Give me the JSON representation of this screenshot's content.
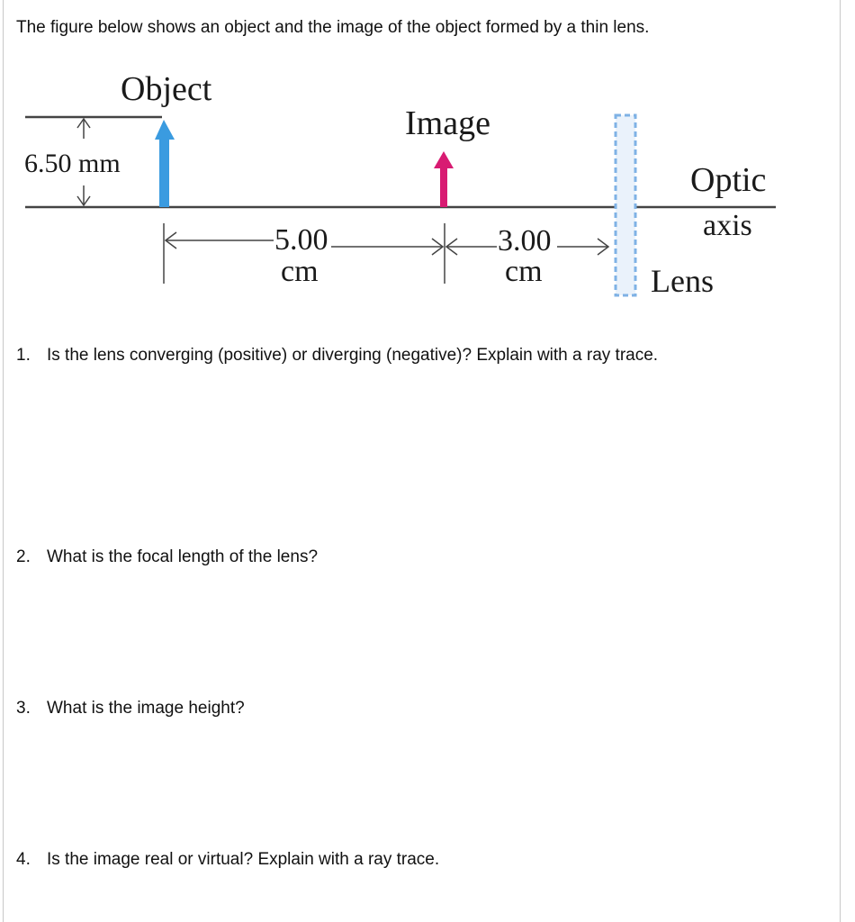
{
  "intro": "The  figure below shows an object and the image of the object formed by a thin lens.",
  "figure": {
    "object_label": "Object",
    "image_label": "Image",
    "object_height": "6.50 mm",
    "distance1_value": "5.00",
    "distance1_unit": "cm",
    "distance2_value": "3.00",
    "distance2_unit": "cm",
    "optic_label": "Optic",
    "axis_label": "axis",
    "lens_label": "Lens",
    "object_color": "#3a9be0",
    "image_color": "#d81b72",
    "lens_color": "#7fb2e5"
  },
  "questions": [
    {
      "number": "1.",
      "text": "Is the lens converging (positive) or diverging (negative)? Explain with a ray trace."
    },
    {
      "number": "2.",
      "text": "What is the focal length of the lens?"
    },
    {
      "number": "3.",
      "text": "What is the image height?"
    },
    {
      "number": "4.",
      "text": "Is the image real or virtual?  Explain with a ray trace."
    }
  ]
}
